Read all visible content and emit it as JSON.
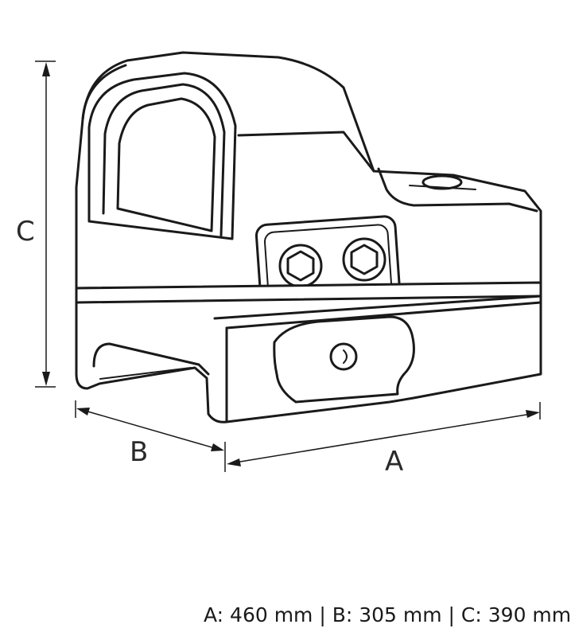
{
  "dimensions": {
    "a": {
      "label": "A"
    },
    "b": {
      "label": "B"
    },
    "c": {
      "label": "C"
    }
  },
  "caption": "A: 460 mm | B: 305 mm | C: 390 mm"
}
